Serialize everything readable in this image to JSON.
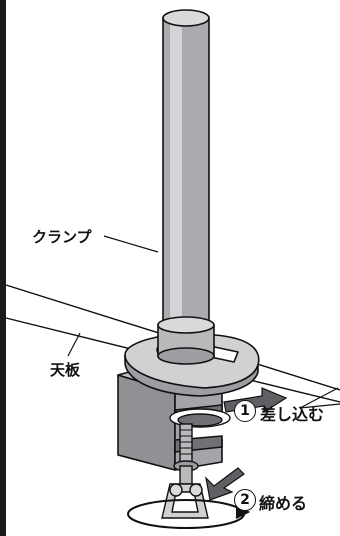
{
  "labels": {
    "clamp": "クランプ",
    "tabletop": "天板",
    "step1_number": "1",
    "step1_text": "差し込む",
    "step2_number": "2",
    "step2_text": "締める"
  },
  "colors": {
    "pole_fill": "#a9abae",
    "pole_highlight": "#d2d4d6",
    "clamp_body": "#8f9194",
    "clamp_light": "#bfc1c3",
    "base_plate": "#cfd1d3",
    "arrow": "#5e6063",
    "outline": "#111111",
    "left_bar": "#1a1a1a"
  }
}
